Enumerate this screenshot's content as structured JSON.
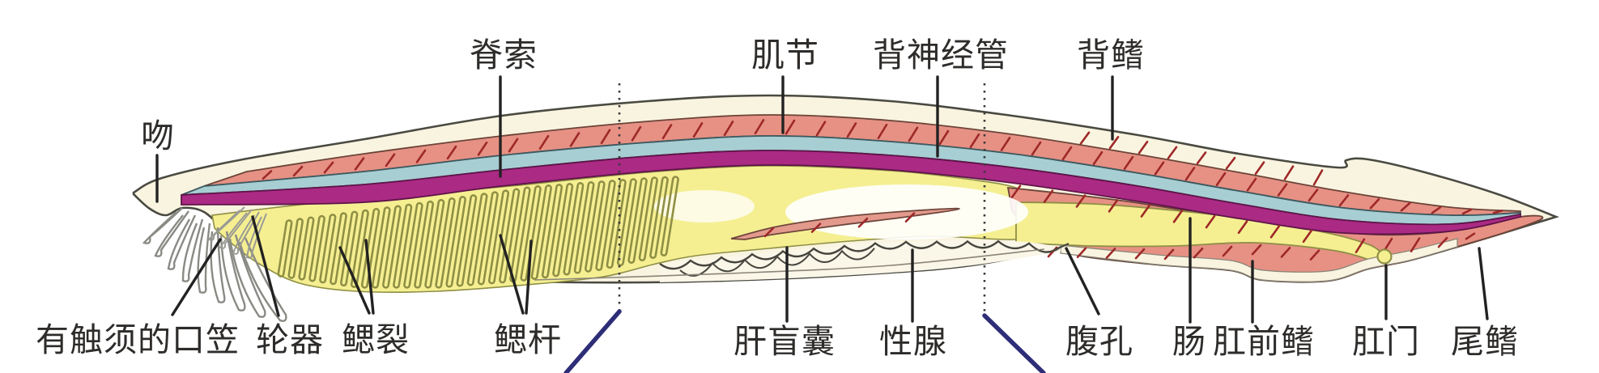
{
  "figure": {
    "labels": {
      "snout": "吻",
      "notochord": "脊索",
      "myomere": "肌节",
      "dorsal_nerve_cord": "背神经管",
      "dorsal_fin": "背鳍",
      "oral_hood_with_cirri": "有触须的口笠",
      "wheel_organ": "轮器",
      "gill_slits": "鳃裂",
      "gill_bars": "鳃杆",
      "hepatic_caecum": "肝盲囊",
      "gonad": "性腺",
      "atriopore": "腹孔",
      "intestine": "肠",
      "preanal_fin": "肛前鳍",
      "anus": "肛门",
      "caudal_fin": "尾鳍"
    },
    "colors": {
      "body": "#f9f4e0",
      "body_light": "#faf6e8",
      "myomere_band": "#e69184",
      "nerve_cord": "#a7ced3",
      "notochord": "#ab2a84",
      "pharynx": "#f5ef92",
      "gill_bar_outline": "#8f8f45",
      "hatch": "#9e2828",
      "outline": "#4a4a42",
      "caecum_fill": "#e39a8c",
      "caecum_stroke": "#70463c",
      "leader": "#222222",
      "brace": "#2d2d78",
      "cirri": "#8a8a85"
    }
  }
}
